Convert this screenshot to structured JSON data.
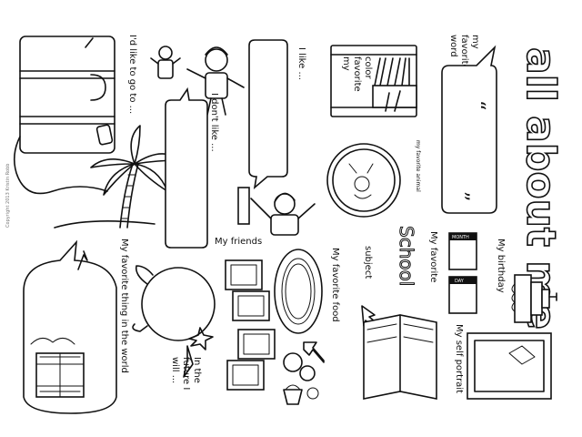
{
  "worksheet": {
    "title": "all about me",
    "copyright": "Copyright 2013 Kristin Robb",
    "prompts": {
      "like_to_go": "I'd like to go to ...",
      "dont_like": "I don't like ...",
      "like": "I like ...",
      "favorite_word": [
        "my",
        "favorite",
        "word"
      ],
      "favorite_color": [
        "my",
        "favorite",
        "color"
      ],
      "favorite_animal": "my favorite animal",
      "friends": "My friends",
      "favorite_food": "My favorite food",
      "favorite_subject_lines": [
        "My favorite",
        "subject"
      ],
      "school_word": "School",
      "birthday": "My birthday",
      "month_label": "MONTH",
      "day_label": "DAY",
      "self_portrait": "My self portrait",
      "favorite_thing": "My favorite thing in the world",
      "future": [
        "In the",
        "future I",
        "will ..."
      ]
    }
  }
}
